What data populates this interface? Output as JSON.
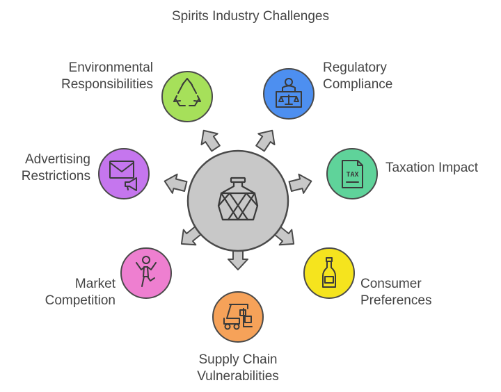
{
  "title": "Spirits Industry Challenges",
  "center": {
    "icon": "decanter-icon",
    "color": "#c8c8c8"
  },
  "items": [
    {
      "id": "environmental",
      "label": "Environmental\nResponsibilities",
      "icon": "recycle-icon",
      "color": "#a6e05a"
    },
    {
      "id": "regulatory",
      "label": "Regulatory\nCompliance",
      "icon": "judge-scales-icon",
      "color": "#4d8ff0"
    },
    {
      "id": "taxation",
      "label": "Taxation Impact",
      "icon": "tax-document-icon",
      "color": "#5fd39a"
    },
    {
      "id": "consumer",
      "label": "Consumer\nPreferences",
      "icon": "bottle-icon",
      "color": "#f5e41e"
    },
    {
      "id": "supply",
      "label": "Supply Chain\nVulnerabilities",
      "icon": "forklift-icon",
      "color": "#f6a259"
    },
    {
      "id": "market",
      "label": "Market\nCompetition",
      "icon": "runner-icon",
      "color": "#ee7fd0"
    },
    {
      "id": "advertising",
      "label": "Advertising\nRestrictions",
      "icon": "envelope-megaphone-icon",
      "color": "#c576ee"
    }
  ]
}
